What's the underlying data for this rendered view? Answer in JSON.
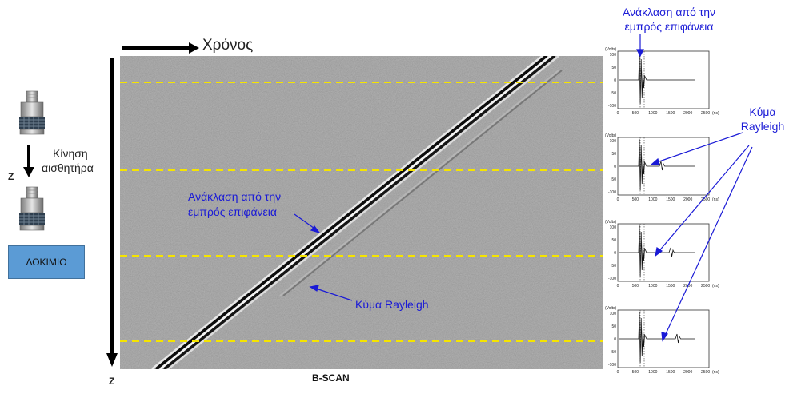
{
  "time_label": "Χρόνος",
  "sensor_motion": {
    "line1": "Κίνηση",
    "line2": "αισθητήρα"
  },
  "z_label": "Z",
  "specimen_label": "ΔΟΚΙΜΙΟ",
  "bscan": {
    "caption": "B-SCAN",
    "reflection_label": {
      "line1": "Ανάκλαση από την",
      "line2": "εμπρός επιφάνεια"
    },
    "rayleigh_label": "Κύμα Rayleigh",
    "z_axis_label": "Z"
  },
  "ascan_panel": {
    "top_title": {
      "line1": "Ανάκλαση από την",
      "line2": "εμπρός επιφάνεια"
    },
    "side_title": {
      "line1": "Κύμα",
      "line2": "Rayleigh"
    },
    "y_unit": "(Volts)",
    "x_unit": "(ns)",
    "y_ticks": [
      "100",
      "50",
      "0",
      "-50",
      "-100"
    ],
    "x_ticks": [
      "0",
      "500",
      "1000",
      "1500",
      "2000",
      "2500"
    ]
  },
  "colors": {
    "dashed_line": "#f5e400",
    "annotation": "#1a1ad6",
    "specimen": "#5b9bd5"
  }
}
